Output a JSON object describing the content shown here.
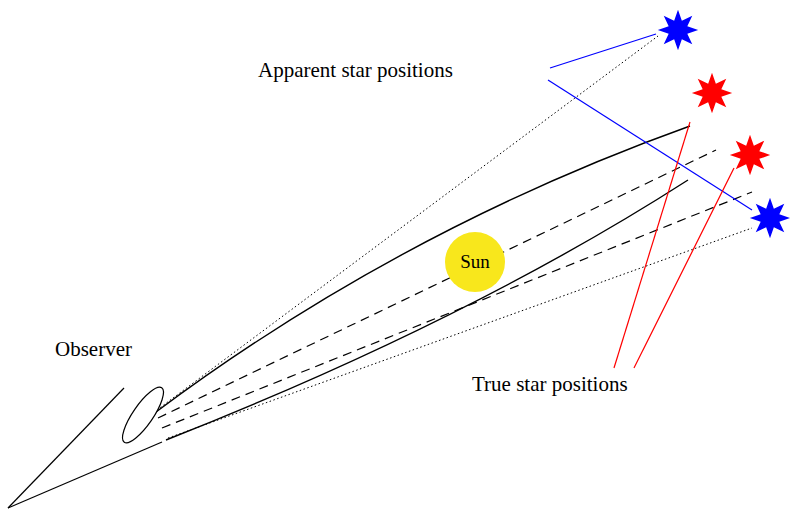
{
  "diagram": {
    "nodes": [
      {
        "text": [
          "Sun"
        ]
      }
    ],
    "labels": [
      "Apparent star positions",
      "Observer",
      "True star positions"
    ]
  }
}
